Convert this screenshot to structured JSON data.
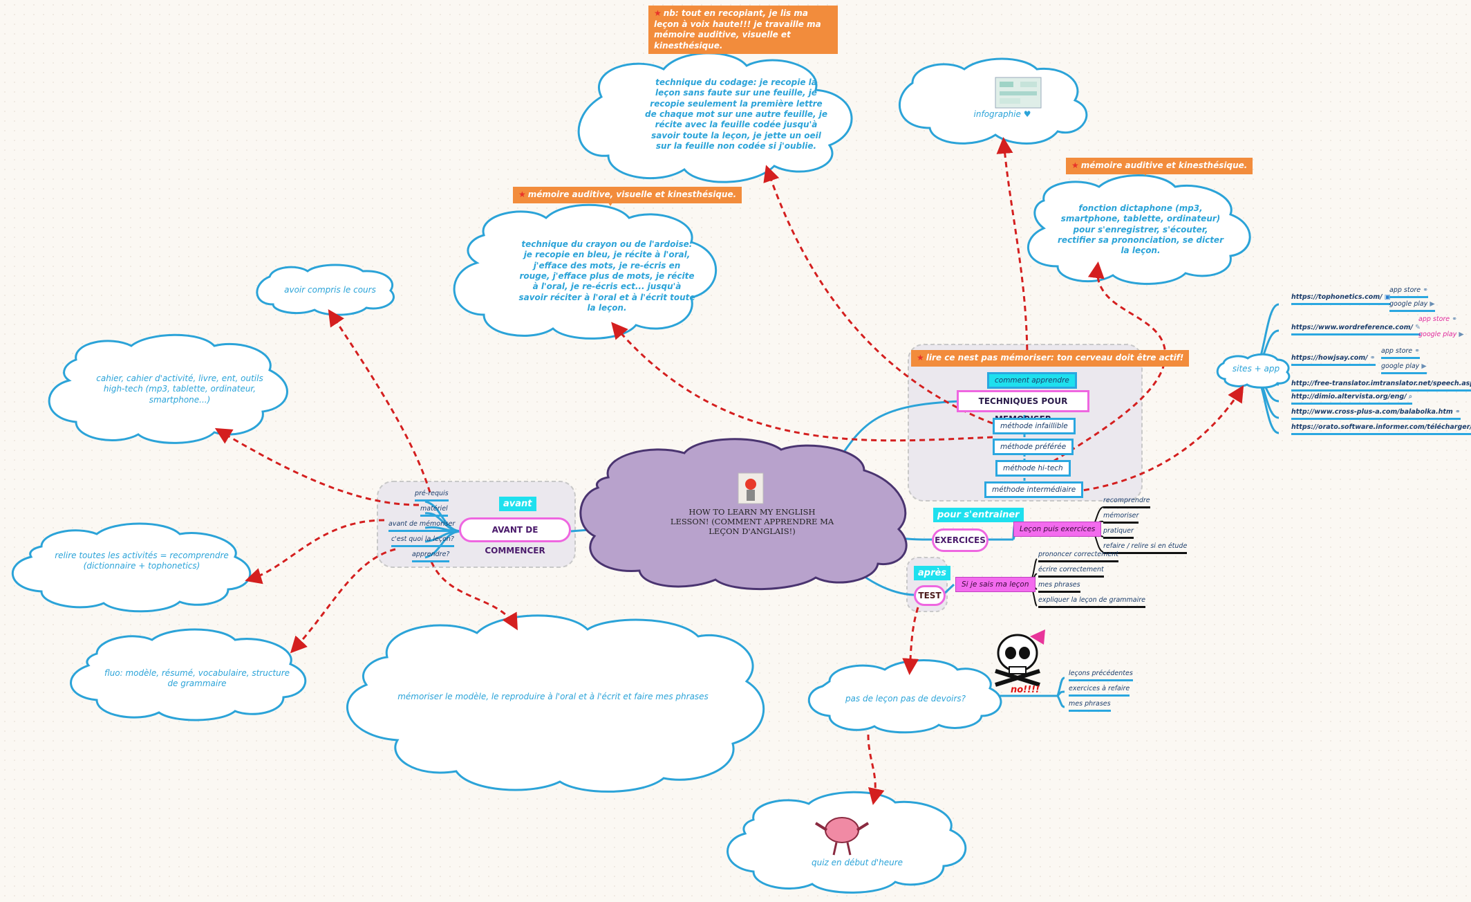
{
  "center": {
    "title": "HOW TO LEARN MY ENGLISH LESSON! (COMMENT APPRENDRE MA LEÇON D'ANGLAIS!)"
  },
  "avant": {
    "tag": "avant",
    "main": "AVANT DE COMMENCER",
    "items": [
      "pré-requis",
      "matériel",
      "avant de mémoriser",
      "c'est quoi la leçon?",
      "apprendre?"
    ]
  },
  "techniques": {
    "note": "lire ce nest pas mémoriser: ton cerveau doit être actif!",
    "top": "comment apprendre",
    "main": "TECHNIQUES POUR MEMORISER",
    "methods": [
      "méthode infaillible",
      "méthode préférée",
      "méthode hi-tech",
      "méthode intermédiaire"
    ]
  },
  "exercices": {
    "tag": "pour s'entrainer",
    "main": "EXERCICES",
    "box": "Leçon puis exercices",
    "items": [
      "recomprendre",
      "mémoriser",
      "pratiquer",
      "refaire / relire si en étude"
    ]
  },
  "test": {
    "tag": "après",
    "main": "TEST",
    "box": "Si je sais ma leçon",
    "items": [
      "prononcer correctement",
      "écrire correctement",
      "mes phrases",
      "expliquer la leçon de grammaire"
    ]
  },
  "clouds": {
    "avoir": "avoir compris le cours",
    "cahier": "cahier, cahier d'activité, livre, ent, outils high-tech (mp3, tablette, ordinateur, smartphone...)",
    "relire": "relire toutes les activités = recomprendre (dictionnaire + tophonetics)",
    "fluo": "fluo: modèle, résumé, vocabulaire, structure de grammaire",
    "memoriser": "mémoriser le modèle, le reproduire à l'oral et à l'écrit et faire mes phrases",
    "crayon": "technique du crayon ou de l'ardoise: je recopie en bleu, je récite à l'oral, j'efface des mots, je re-écris en rouge, j'efface plus de mots, je récite à l'oral, je re-écris ect... jusqu'à savoir réciter à l'oral et à l'écrit toute la leçon.",
    "codage": "technique du codage: je recopie la leçon sans faute sur une feuille, je recopie seulement la première lettre de chaque mot sur une autre feuille, je récite avec la feuille codée jusqu'à savoir toute la leçon, je jette un oeil sur la feuille non codée si j'oublie.",
    "infographie": "infographie ♥",
    "dictaphone": "fonction dictaphone (mp3, smartphone, tablette, ordinateur) pour s'enregistrer, s'écouter, rectifier sa prononciation, se dicter la leçon.",
    "sites": "sites + app",
    "pasdelecon": "pas de leçon pas de devoirs?",
    "quiz": "quiz en début d'heure"
  },
  "notes": {
    "codage": "nb: tout en recopiant, je lis ma leçon à voix haute!!! je travaille ma mémoire auditive, visuelle et kinesthésique.",
    "crayon": "mémoire auditive, visuelle et kinesthésique.",
    "dictaphone": "mémoire auditive et kinesthésique."
  },
  "no": {
    "label": "no!!!!",
    "items": [
      "leçons précédentes",
      "exercices à refaire",
      "mes phrases"
    ]
  },
  "sites": {
    "urls": [
      "https://tophonetics.com/",
      "https://www.wordreference.com/",
      "https://howjsay.com/",
      "http://free-translator.imtranslator.net/speech.asp",
      "http://dimio.altervista.org/eng/",
      "http://www.cross-plus-a.com/balabolka.htm",
      "https://orato.software.informer.com/télécharger/"
    ],
    "app_store": "app store",
    "google_play": "google play"
  },
  "colors": {
    "cloud_stroke": "#2ba3d8",
    "center_fill": "#b8a2cc",
    "center_stroke": "#4a3470",
    "arrow": "#d41f1f",
    "orange": "#f28c3c",
    "cyan": "#1ee0ee",
    "magenta": "#f36bee"
  }
}
